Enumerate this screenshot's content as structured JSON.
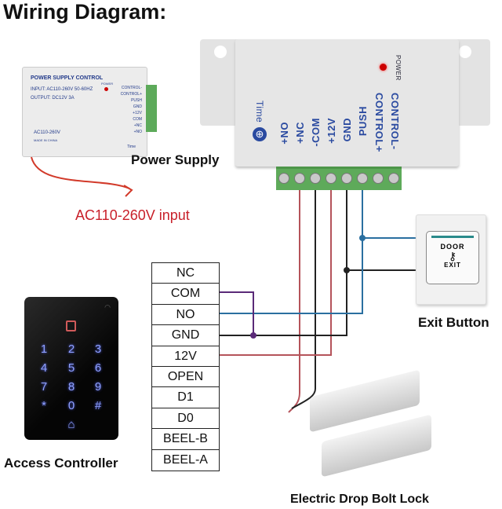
{
  "title": "Wiring Diagram:",
  "small_power_supply": {
    "heading": "POWER SUPPLY CONTROL",
    "input": "INPUT: AC110-260V 50-60HZ",
    "output": "OUTPUT: DC12V 3A",
    "model": "AC110-260V",
    "made": "MADE IN CHINA",
    "terminals": [
      "CONTROL-",
      "CONTROL+",
      "PUSH",
      "GND",
      "+12V",
      "COM",
      "+NC",
      "+NO"
    ],
    "power": "POWER",
    "time": "Time"
  },
  "power_supply_caption": "Power Supply",
  "ac_input": "AC110-260V input",
  "power_supply": {
    "power_led": "POWER",
    "time": "Time",
    "terminals": [
      "+NO",
      "+NC",
      "-COM",
      "+12V",
      "GND",
      "PUSH",
      "CONTROL+",
      "CONTROL-"
    ]
  },
  "controller_terminals": [
    "NC",
    "COM",
    "NO",
    "GND",
    "12V",
    "OPEN",
    "D1",
    "D0",
    "BEEL-B",
    "BEEL-A"
  ],
  "keypad_keys": [
    "1",
    "2",
    "3",
    "4",
    "5",
    "6",
    "7",
    "8",
    "9",
    "*",
    "0",
    "#"
  ],
  "access_controller_caption": "Access Controller",
  "exit_button": {
    "top": "DOOR",
    "bottom": "EXIT",
    "caption": "Exit Button"
  },
  "lock_caption": "Electric Drop Bolt Lock",
  "wire_colors": {
    "red": "#b5535a",
    "black": "#222222",
    "blue": "#2a6fa0",
    "purple": "#5a2a78",
    "ac": "#d23a2a"
  }
}
